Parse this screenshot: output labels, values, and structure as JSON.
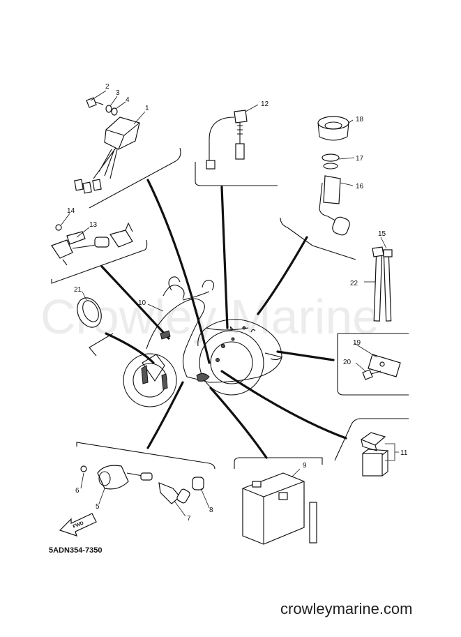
{
  "diagram": {
    "watermark": "Crowley Marine",
    "drawing_code": "5ADN354-7350",
    "forward_marker": "FWD",
    "footer_url": "crowleymarine.com",
    "callouts": [
      "1",
      "2",
      "3",
      "4",
      "5",
      "6",
      "7",
      "8",
      "9",
      "10",
      "11",
      "12",
      "13",
      "14",
      "15",
      "16",
      "17",
      "18",
      "19",
      "20",
      "21",
      "22"
    ]
  }
}
